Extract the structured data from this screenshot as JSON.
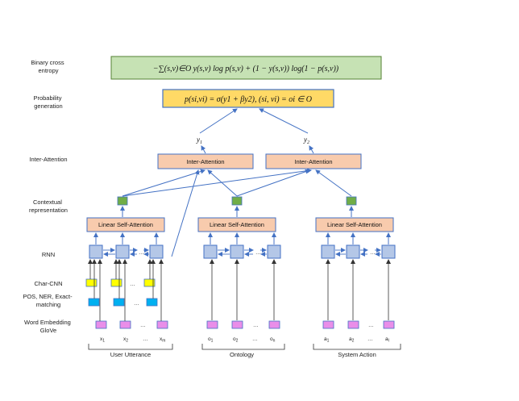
{
  "row_labels": {
    "loss": [
      "Binary cross",
      "entropy"
    ],
    "prob": [
      "Probability",
      "generation"
    ],
    "inter": "Inter-Attention",
    "context": [
      "Contextual",
      "representation"
    ],
    "rnn": "RNN",
    "charcnn": "Char-CNN",
    "pos": [
      "POS, NER, Exact-",
      "matching"
    ],
    "embed": [
      "Word Embedding",
      "GloVe"
    ]
  },
  "loss_equation": "−∑(s,v)∈O y(s,v) log p(s,v) + (1 − y(s,v)) log(1 − p(s,v))",
  "prob_equation": "p(si,vi) = σ(y1 + βy2), (si, vi) = oi ∈ O",
  "outputs": {
    "y1": "y",
    "y1_sub": "1",
    "y2": "y",
    "y2_sub": "2"
  },
  "inter_attention_label": "Inter-Attention",
  "self_attention_label": "Linear Self-Attention",
  "ellipsis": "…",
  "groups": {
    "user": {
      "title": "User Utterance",
      "tokens": [
        [
          "x",
          "1"
        ],
        [
          "x",
          "2"
        ],
        [
          "x",
          "m"
        ]
      ]
    },
    "ontology": {
      "title": "Ontology",
      "tokens": [
        [
          "o",
          "1"
        ],
        [
          "o",
          "2"
        ],
        [
          "o",
          "n"
        ]
      ]
    },
    "system": {
      "title": "System Action",
      "tokens": [
        [
          "a",
          "1"
        ],
        [
          "a",
          "2"
        ],
        [
          "a",
          "l"
        ]
      ]
    }
  },
  "colors": {
    "loss_fill": "#c6e2b4",
    "prob_fill": "#ffd966",
    "attn_fill": "#f8cbad",
    "rnn_fill": "#b4c7e7",
    "context_fill": "#70ad47",
    "charcnn_fill": "#ffff00",
    "pos_fill": "#00b0f0",
    "embed_fill": "#e98ee9",
    "arrow": "#4472c4"
  }
}
